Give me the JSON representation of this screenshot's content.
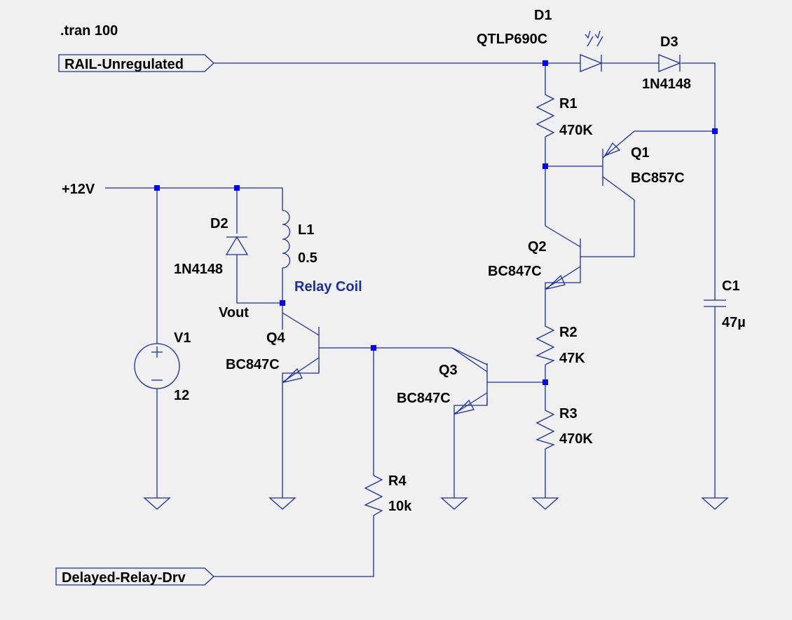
{
  "directive": ".tran 100",
  "ports": {
    "rail": "RAIL-Unregulated",
    "delayed": "Delayed-Relay-Drv"
  },
  "nets": {
    "supply": "+12V",
    "vout": "Vout",
    "relay_coil": "Relay Coil"
  },
  "components": {
    "D1": {
      "ref": "D1",
      "value": "QTLP690C"
    },
    "D2": {
      "ref": "D2",
      "value": "1N4148"
    },
    "D3": {
      "ref": "D3",
      "value": "1N4148"
    },
    "L1": {
      "ref": "L1",
      "value": "0.5"
    },
    "R1": {
      "ref": "R1",
      "value": "470K"
    },
    "R2": {
      "ref": "R2",
      "value": "47K"
    },
    "R3": {
      "ref": "R3",
      "value": "470K"
    },
    "R4": {
      "ref": "R4",
      "value": "10k"
    },
    "Q1": {
      "ref": "Q1",
      "value": "BC857C"
    },
    "Q2": {
      "ref": "Q2",
      "value": "BC847C"
    },
    "Q3": {
      "ref": "Q3",
      "value": "BC847C"
    },
    "Q4": {
      "ref": "Q4",
      "value": "BC847C"
    },
    "C1": {
      "ref": "C1",
      "value": "47µ"
    },
    "V1": {
      "ref": "V1",
      "value": "12"
    }
  },
  "colors": {
    "wire": "#1a2fa0",
    "junction": "#0000ff",
    "background": "#f0f0f0"
  }
}
